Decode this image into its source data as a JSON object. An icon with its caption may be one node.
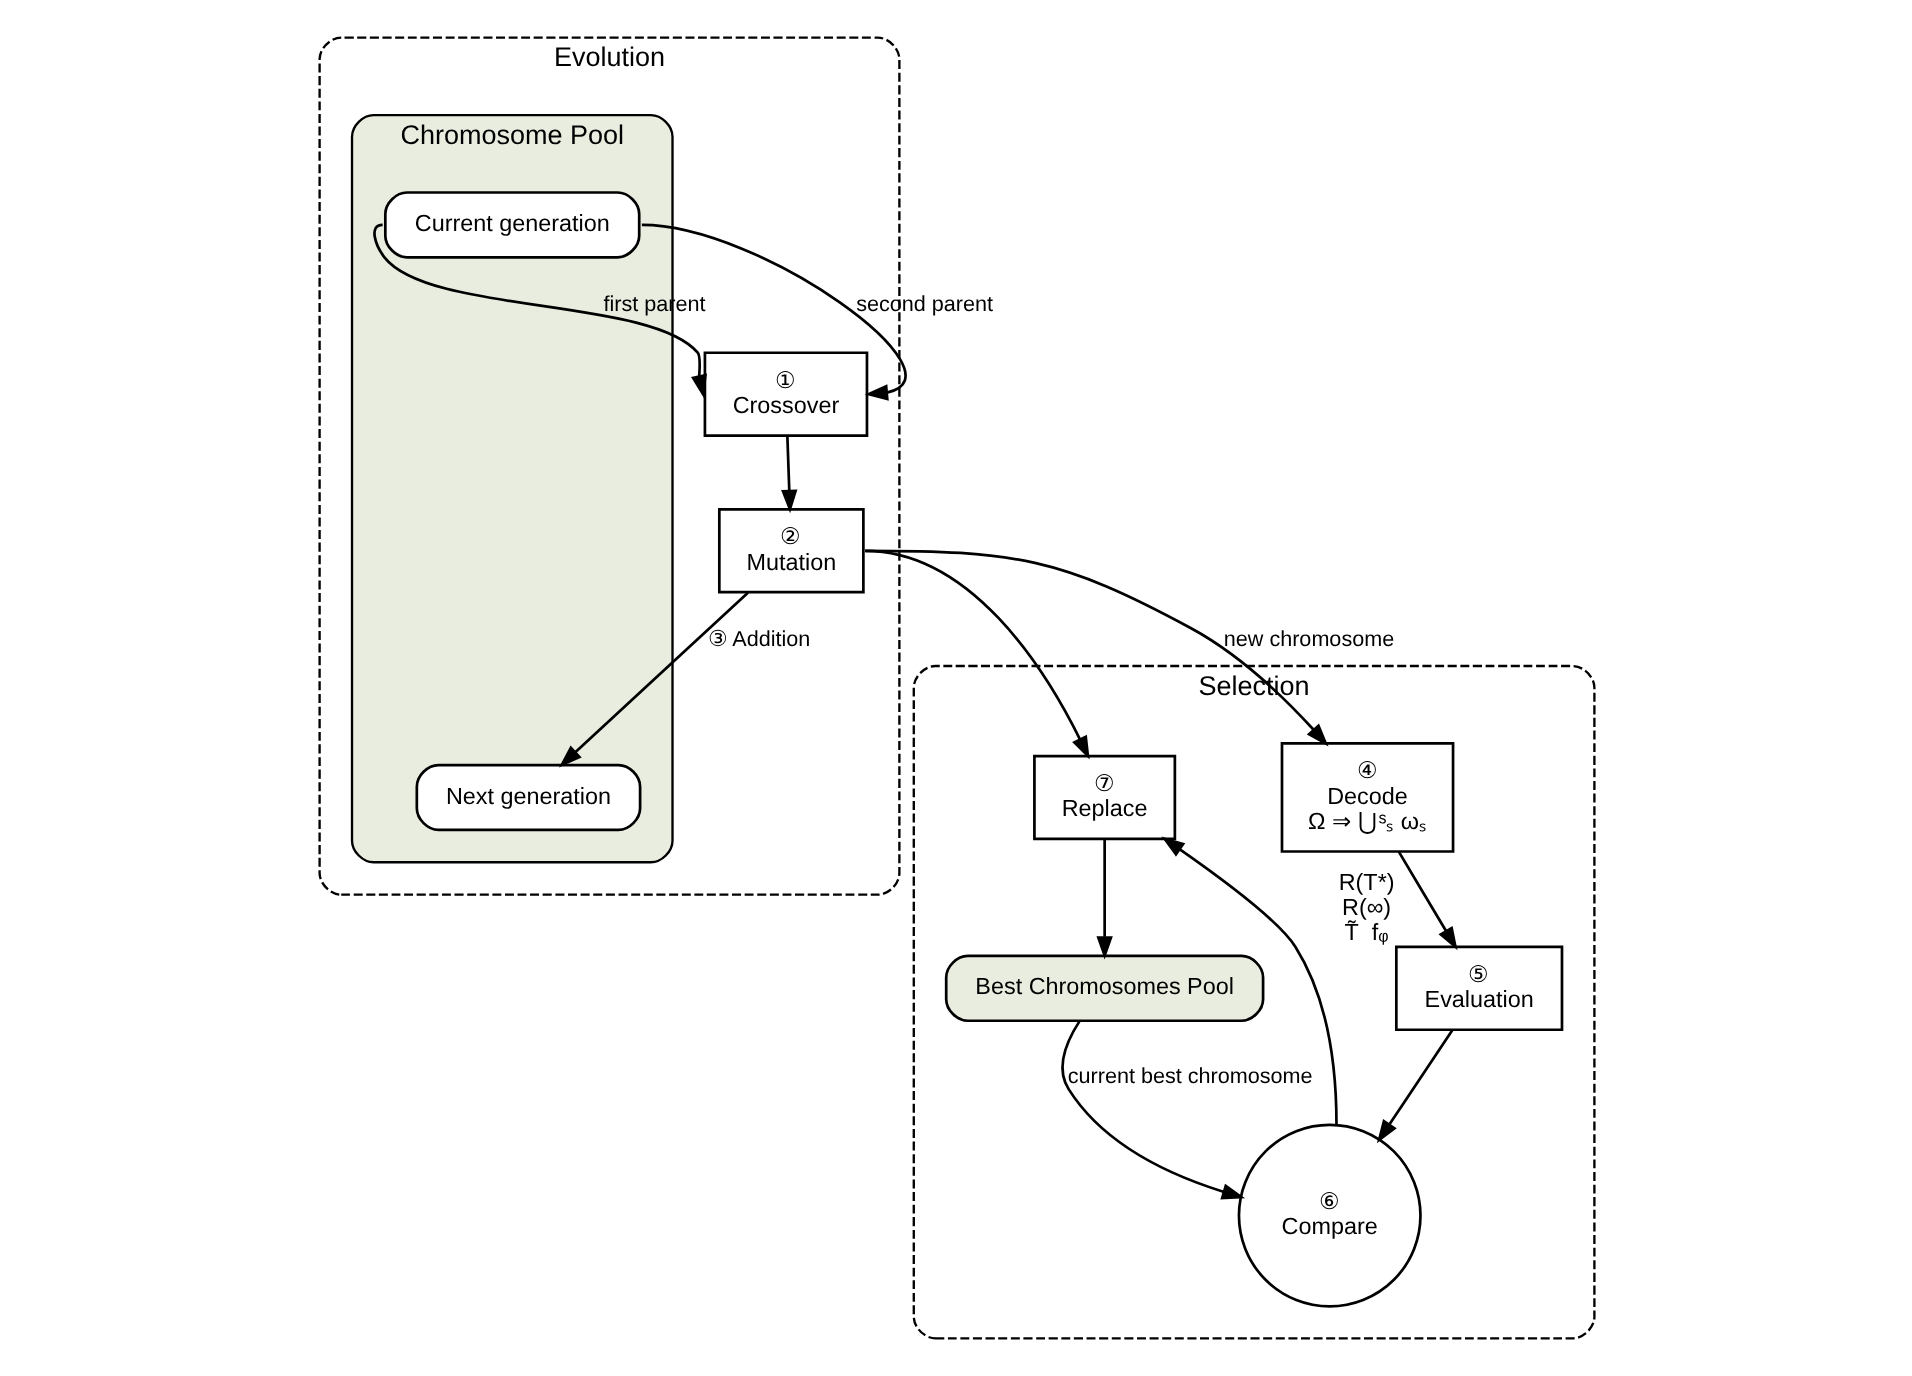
{
  "diagram": {
    "nodes": [
      {
        "text": [
          "Evolution"
        ]
      },
      {
        "text": [
          "Chromosome Pool"
        ],
        "in": 0
      },
      {
        "text": [
          "Current generation"
        ],
        "in": 1
      },
      {
        "text": [
          "Next generation"
        ],
        "in": 1
      },
      {
        "text": [
          "①",
          "Crossover"
        ],
        "in": 0
      },
      {
        "text": [
          "②",
          "Mutation"
        ],
        "in": 0
      },
      {
        "text": [
          "Selection"
        ]
      },
      {
        "text": [
          "Best Chromosomes Pool"
        ],
        "in": 6
      },
      {
        "text": [
          "⑦",
          "Replace"
        ],
        "in": 6
      },
      {
        "text": [
          "⑥",
          "Compare"
        ],
        "in": 6
      },
      {
        "text": [
          "④",
          "Decode",
          "Ω ⇒ ⋃ˢₛ ωₛ"
        ],
        "in": 6
      },
      {
        "text": [
          "⑤",
          "Evaluation"
        ],
        "beside": [
          "R(T*)",
          "R(∞)",
          "T̃  fᵩ"
        ],
        "in": 6
      }
    ],
    "edges": [
      {
        "from": 2,
        "to": 4,
        "arrow": "to",
        "label": "first parent"
      },
      {
        "from": 2,
        "to": 4,
        "arrow": "to",
        "label": "second parent"
      },
      {
        "from": 4,
        "to": 5,
        "arrow": "to"
      },
      {
        "from": 5,
        "to": 10,
        "arrow": "to",
        "label": "new chromosome"
      },
      {
        "from": 5,
        "to": 3,
        "arrow": "to",
        "label": "③ Addition"
      },
      {
        "from": 5,
        "to": 8,
        "arrow": "to"
      },
      {
        "from": 10,
        "to": 11,
        "arrow": "to"
      },
      {
        "from": 11,
        "to": 9,
        "arrow": "to"
      },
      {
        "from": 7,
        "to": 9,
        "arrow": "to",
        "label": "current best chromosome"
      },
      {
        "from": 9,
        "to": 8,
        "arrow": "to"
      },
      {
        "from": 8,
        "to": 7,
        "arrow": "to"
      }
    ]
  }
}
